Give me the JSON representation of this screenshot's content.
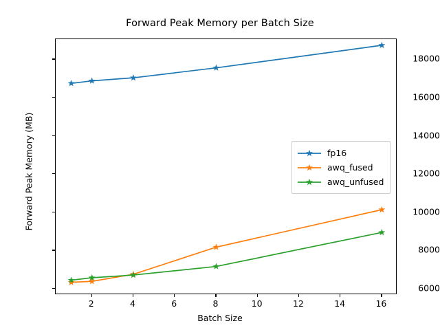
{
  "chart_data": {
    "type": "line",
    "title": "Forward Peak Memory per Batch Size",
    "xlabel": "Batch Size",
    "ylabel": "Forward Peak Memory (MB)",
    "x": [
      1,
      2,
      4,
      8,
      16
    ],
    "xlim": [
      0.25,
      16.75
    ],
    "ylim": [
      5680,
      19060
    ],
    "xticks": [
      2,
      4,
      6,
      8,
      10,
      12,
      14,
      16
    ],
    "xtick_labels": [
      "2",
      "4",
      "6",
      "8",
      "10",
      "12",
      "14",
      "16"
    ],
    "yticks": [
      6000,
      8000,
      10000,
      12000,
      14000,
      16000,
      18000
    ],
    "ytick_labels": [
      "6000",
      "8000",
      "10000",
      "12000",
      "14000",
      "16000",
      "18000"
    ],
    "grid": false,
    "legend_position": "center right",
    "marker": "star",
    "series": [
      {
        "name": "fp16",
        "color": "#1f77b4",
        "values": [
          16750,
          16880,
          17040,
          17560,
          18740
        ]
      },
      {
        "name": "awq_fused",
        "color": "#ff7f0e",
        "values": [
          6340,
          6390,
          6760,
          8180,
          10140
        ]
      },
      {
        "name": "awq_unfused",
        "color": "#2ca02c",
        "values": [
          6450,
          6580,
          6720,
          7170,
          8950
        ]
      }
    ]
  }
}
